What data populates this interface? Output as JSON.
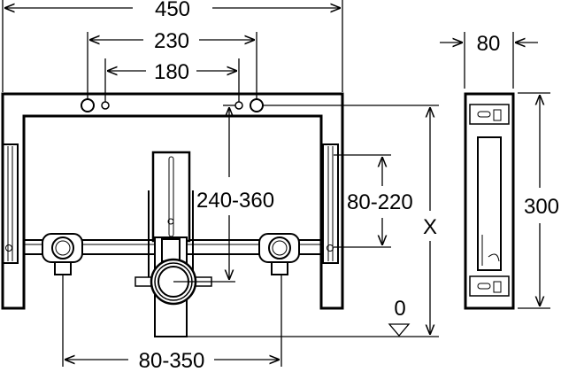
{
  "dimensions": {
    "total_width": "450",
    "outer_hole_spacing": "230",
    "inner_hole_spacing": "180",
    "height_range": "240-360",
    "bracket_range": "80-220",
    "variable_height": "X",
    "zero_level": "0",
    "fitting_spacing": "80-350",
    "depth": "80",
    "side_height": "300"
  },
  "colors": {
    "line": "#000000",
    "background": "#ffffff"
  }
}
